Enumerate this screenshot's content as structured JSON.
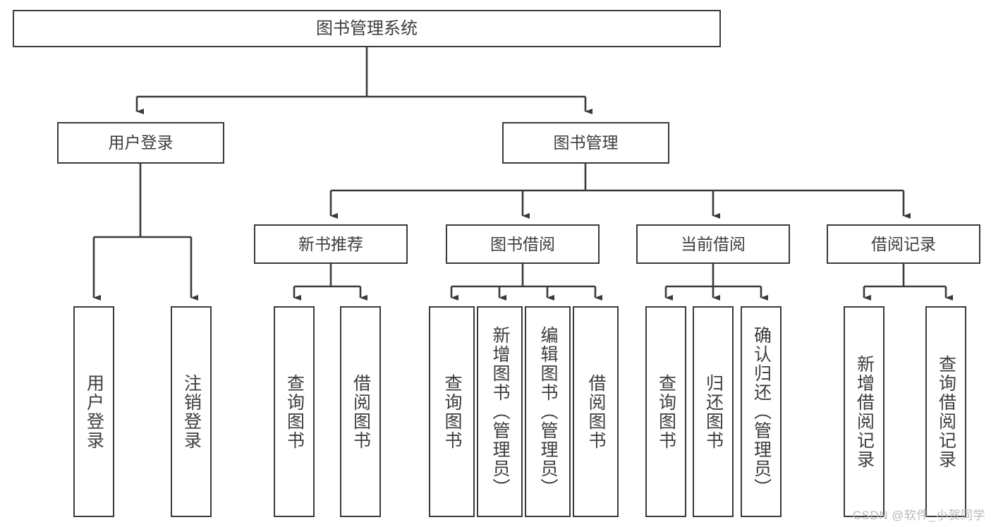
{
  "diagram": {
    "title": "图书管理系统",
    "type": "tree",
    "stroke_color": "#3a3a3a",
    "fill_color": "#ffffff",
    "text_color": "#3d3d3d",
    "root": {
      "id": "root",
      "label": "图书管理系统"
    },
    "level2": [
      {
        "id": "user-login",
        "label": "用户登录"
      },
      {
        "id": "book-management",
        "label": "图书管理"
      }
    ],
    "level3": [
      {
        "id": "new-book-recommend",
        "label": "新书推荐"
      },
      {
        "id": "book-borrow",
        "label": "图书借阅"
      },
      {
        "id": "current-borrow",
        "label": "当前借阅"
      },
      {
        "id": "borrow-record",
        "label": "借阅记录"
      }
    ],
    "leaves": {
      "user_login": [
        {
          "id": "leaf-user-login",
          "label": "用户登录"
        },
        {
          "id": "leaf-logout",
          "label": "注销登录"
        }
      ],
      "new_book_recommend": [
        {
          "id": "leaf-query-book-1",
          "label": "查询图书"
        },
        {
          "id": "leaf-borrow-book-1",
          "label": "借阅图书"
        }
      ],
      "book_borrow": [
        {
          "id": "leaf-query-book-2",
          "label": "查询图书"
        },
        {
          "id": "leaf-add-book",
          "label": "新增图书（管理员）"
        },
        {
          "id": "leaf-edit-book",
          "label": "编辑图书（管理员）"
        },
        {
          "id": "leaf-borrow-book-2",
          "label": "借阅图书"
        }
      ],
      "current_borrow": [
        {
          "id": "leaf-query-book-3",
          "label": "查询图书"
        },
        {
          "id": "leaf-return-book",
          "label": "归还图书"
        },
        {
          "id": "leaf-confirm-return",
          "label": "确认归还（管理员）"
        }
      ],
      "borrow_record": [
        {
          "id": "leaf-add-record",
          "label": "新增借阅记录"
        },
        {
          "id": "leaf-query-record",
          "label": "查询借阅记录"
        }
      ]
    }
  },
  "watermark": {
    "text": "CSDN @软件_小贺同学"
  }
}
